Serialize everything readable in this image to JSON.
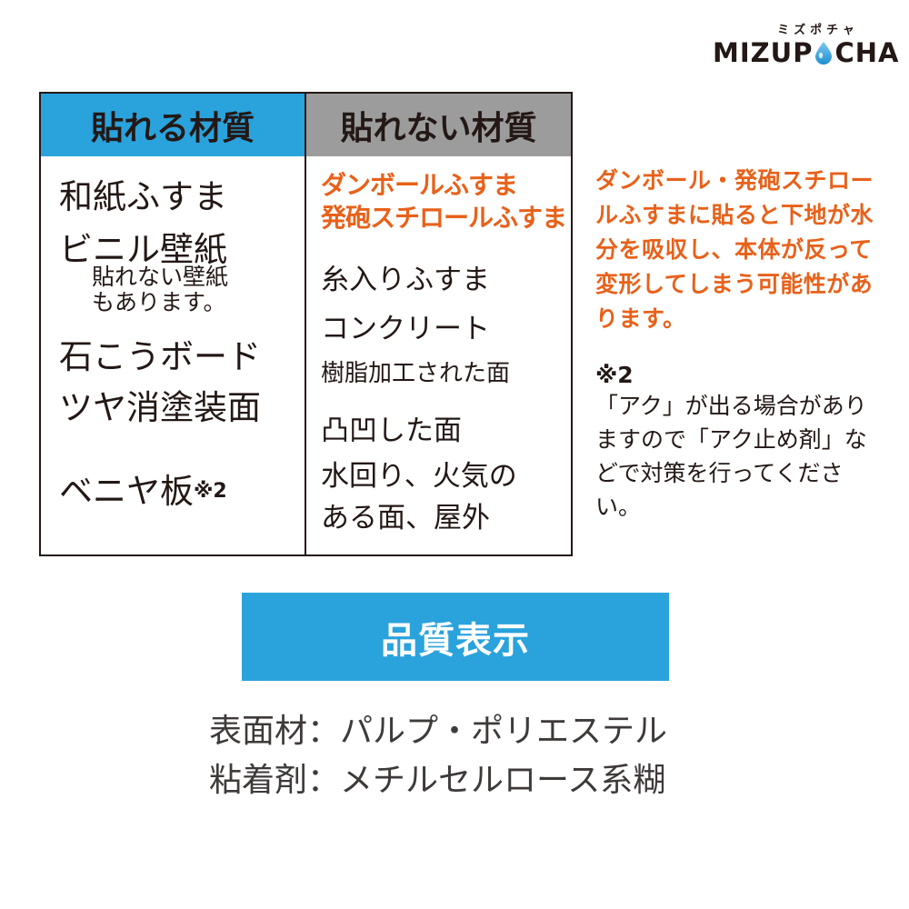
{
  "logo": {
    "kana": "ミズポチャ",
    "word_before": "MIZUP",
    "word_after": "CHA"
  },
  "table": {
    "ok": {
      "header": "貼れる材質",
      "items": {
        "washi": "和紙ふすま",
        "vinyl": "ビニル壁紙",
        "vinyl_note_1": "貼れない壁紙",
        "vinyl_note_2": "もあります。",
        "gypsum": "石こうボード",
        "matte": "ツヤ消塗装面",
        "plywood": "ベニヤ板",
        "plywood_mark": "※2"
      }
    },
    "ng": {
      "header": "貼れない材質",
      "items": {
        "cardboard": "ダンボールふすま",
        "styrofoam": "発砲スチロールふすま",
        "thread": "糸入りふすま",
        "concrete": "コンクリート",
        "resin": "樹脂加工された面",
        "uneven": "凸凹した面",
        "water_1": "水回り、火気の",
        "water_2": "ある面、屋外"
      }
    }
  },
  "notes": {
    "orange": "ダンボール・発砲スチロールふすまに貼ると下地が水分を吸収し、本体が反って変形してしまう可能性があります。",
    "mark": "※2",
    "black": "「アク」が出る場合がありますので「アク止め剤」などで対策を行ってください。"
  },
  "quality": {
    "title": "品質表示",
    "surface": "表面材：パルプ・ポリエステル",
    "adhesive": "粘着剤：メチルセルロース系糊"
  },
  "colors": {
    "accent_blue": "#2aa2dc",
    "header_gray": "#9c9c9c",
    "warning_orange": "#e8611a",
    "text": "#231815"
  }
}
